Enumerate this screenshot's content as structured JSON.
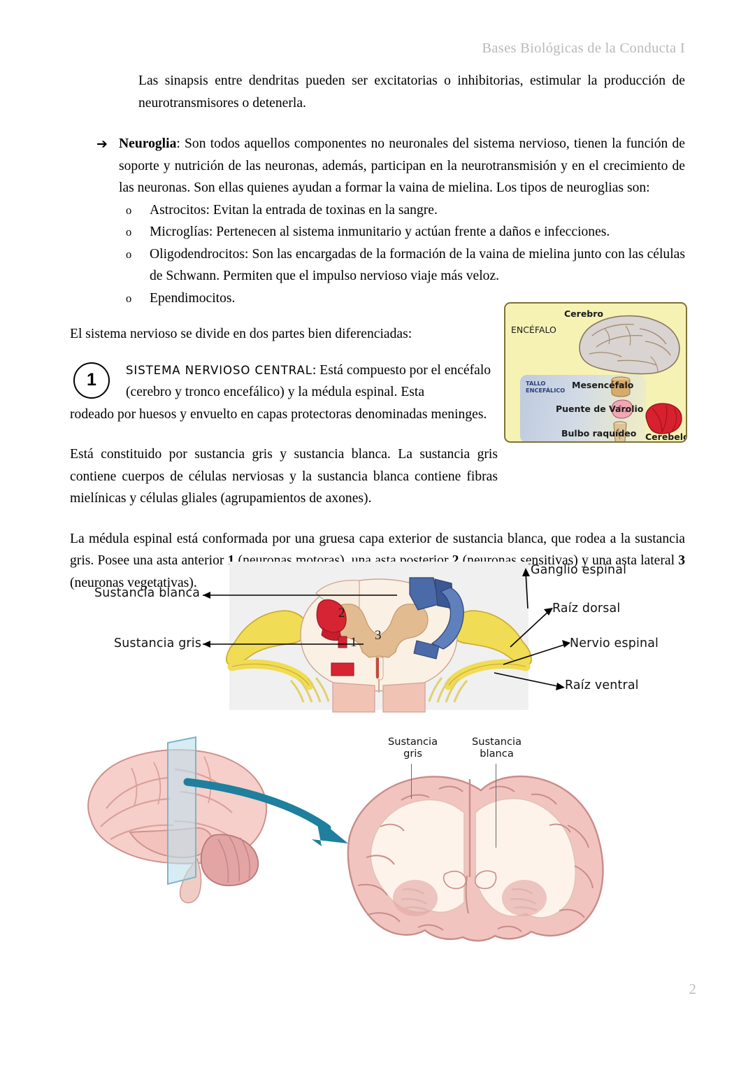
{
  "header": {
    "title": "Bases Biológicas de la Conducta I"
  },
  "body": {
    "intro_paragraph": "Las sinapsis entre dendritas pueden ser excitatorias o inhibitorias, estimular la producción de neurotransmisores o detenerla.",
    "arrow_bullet": {
      "marker": "➔",
      "term": "Neuroglia",
      "text": ": Son todos aquellos componentes no neuronales del sistema nervioso, tienen la función de soporte y nutrición de las neuronas, además, participan en la neurotransmisión y en el crecimiento de las neuronas. Son ellas quienes ayudan a formar la vaina de mielina. Los tipos de neuroglias son:"
    },
    "sub_list_marker": "o",
    "sub_list": [
      "Astrocitos: Evitan la entrada de toxinas en la sangre.",
      "Microglías: Pertenecen al sistema inmunitario y actúan frente a daños e infecciones.",
      "Oligodendrocitos: Son las encargadas de la formación de la vaina de mielina junto con las células de Schwann. Permiten que el impulso nervioso viaje más veloz.",
      "Ependimocitos."
    ],
    "division_line": "El sistema nervioso se divide en dos partes bien diferenciadas:",
    "section_one": {
      "number": "1",
      "label": "SISTEMA NERVIOSO CENTRAL",
      "line1_rest": ": Está compuesto por el encéfalo",
      "line2": "(cerebro y tronco encefálico) y la médula espinal. Esta",
      "rest": "rodeado por huesos y envuelto en capas protectoras denominadas meninges."
    },
    "gray_white_paragraph": "Está constituido por sustancia gris y sustancia blanca. La sustancia gris contiene cuerpos de células nerviosas y la sustancia blanca contiene fibras mielínicas y células gliales (agrupamientos de axones).",
    "medulla_paragraph": {
      "part1": "La médula espinal está conformada por una gruesa capa exterior de sustancia blanca, que rodea a la sustancia gris. Posee una asta anterior ",
      "num1": "1",
      "part2": " (neuronas motoras), una asta posterior ",
      "num2": "2",
      "part3": " (neuronas sensitivas) y una asta lateral ",
      "num3": "3",
      "part4": " (neuronas vegetativas)."
    }
  },
  "figures": {
    "encephalon": {
      "cerebro": "Cerebro",
      "encefalo": "ENCÉFALO",
      "tallo_line1": "TALLO",
      "tallo_line2": "ENCEFÁLICO",
      "mesencefalo": "Mesencéfalo",
      "puente": "Puente de Varolio",
      "bulbo": "Bulbo raquídeo",
      "cerebelo": "Cerebelo",
      "box_fill": "#f6f2b4",
      "box_border": "#7d7238",
      "cerebelo_color": "#d7212e"
    },
    "spinal_cord": {
      "left_labels": [
        "Sustancia blanca",
        "Sustancia gris"
      ],
      "right_labels": [
        "Ganglio espinal",
        "Raíz dorsal",
        "Nervio espinal",
        "Raíz ventral"
      ],
      "numbers": [
        "1",
        "2",
        "3"
      ],
      "background": "#f0f0f0",
      "nerve_color": "#f0dc55",
      "red_color": "#d62433",
      "blue_color": "#4a6aa8"
    },
    "coronal_brain": {
      "label_gray_line1": "Sustancia",
      "label_gray_line2": "gris",
      "label_white_line1": "Sustancia",
      "label_white_line2": "blanca",
      "brain_color": "#f2c4c0",
      "white_matter_color": "#fdf3ea",
      "arrow_color": "#1e7f9e"
    }
  },
  "footer": {
    "page_number": "2"
  }
}
